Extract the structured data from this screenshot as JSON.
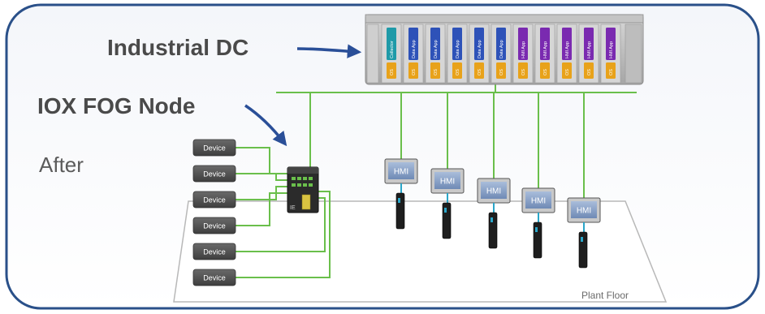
{
  "labels": {
    "industrial_dc": "Industrial DC",
    "fog_node": "IOX FOG Node",
    "after": "After",
    "plant_floor": "Plant Floor",
    "switch_label": "IE"
  },
  "devices": [
    "Device",
    "Device",
    "Device",
    "Device",
    "Device",
    "Device"
  ],
  "hmis": [
    "HMI",
    "HMI",
    "HMI",
    "HMI",
    "HMI"
  ],
  "rack_slots": [
    {
      "os": "OS",
      "app": "Collector",
      "app_color": "#1f9aa8"
    },
    {
      "os": "OS",
      "app": "Data App",
      "app_color": "#2e52b8"
    },
    {
      "os": "OS",
      "app": "Data App",
      "app_color": "#2e52b8"
    },
    {
      "os": "OS",
      "app": "Data App",
      "app_color": "#2e52b8"
    },
    {
      "os": "OS",
      "app": "Data App",
      "app_color": "#2e52b8"
    },
    {
      "os": "OS",
      "app": "Data App",
      "app_color": "#2e52b8"
    },
    {
      "os": "OS",
      "app": "HMI App",
      "app_color": "#7a2ab0"
    },
    {
      "os": "OS",
      "app": "HMI App",
      "app_color": "#7a2ab0"
    },
    {
      "os": "OS",
      "app": "HMI App",
      "app_color": "#7a2ab0"
    },
    {
      "os": "OS",
      "app": "HMI App",
      "app_color": "#7a2ab0"
    },
    {
      "os": "OS",
      "app": "HMI App",
      "app_color": "#7a2ab0"
    }
  ],
  "colors": {
    "frame_border": "#2a5089",
    "arrow": "#2a4f98",
    "network_line": "#6abf4b",
    "device_fill": "#555555",
    "hmi_screen": "#8fa6c8",
    "os_color": "#e8a21a",
    "plant_floor_border": "#b8b8b8"
  }
}
